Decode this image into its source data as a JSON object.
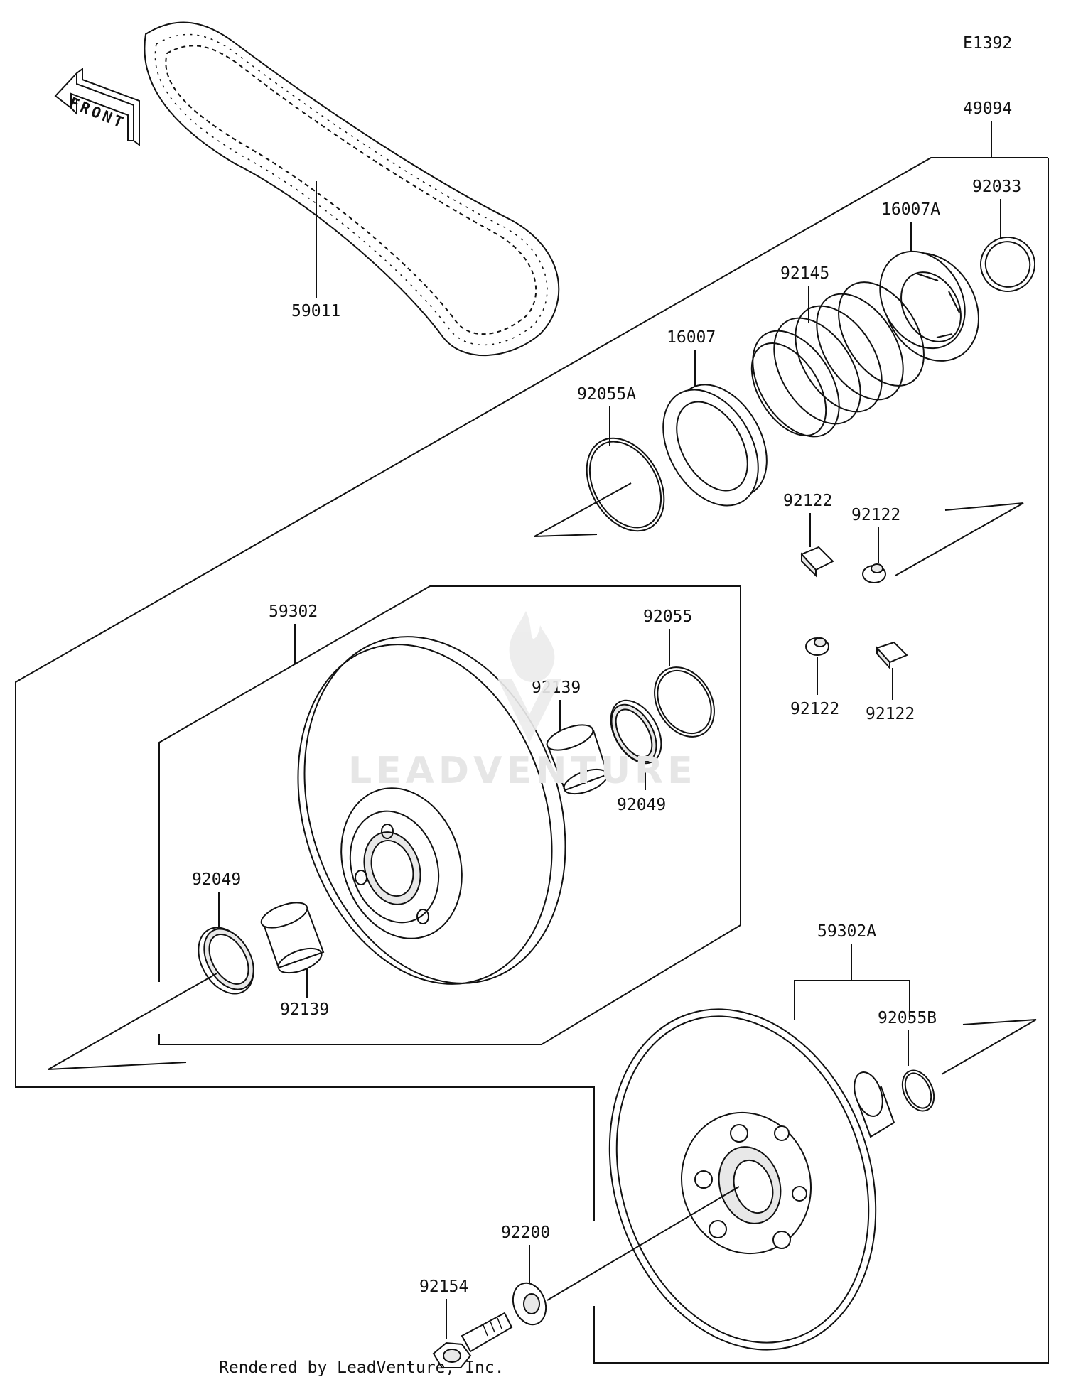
{
  "diagram_id": "E1392",
  "front_arrow_label": "FRONT",
  "watermark_text": "LEADVENTURE",
  "footer": "Rendered by LeadVenture, Inc.",
  "parts": {
    "belt": "59011",
    "assembly": "49094",
    "ring_top": "92033",
    "cam_top": "16007A",
    "spring": "92145",
    "cam": "16007",
    "oring_a": "92055A",
    "slider_1": "92122",
    "slider_2": "92122",
    "slider_3": "92122",
    "slider_4": "92122",
    "movable_sheave": "59302",
    "oring": "92055",
    "bushing_upper": "92139",
    "seal_upper": "92049",
    "seal_lower": "92049",
    "bushing_lower": "92139",
    "fixed_sheave": "59302A",
    "oring_b": "92055B",
    "washer": "92200",
    "bolt": "92154"
  }
}
